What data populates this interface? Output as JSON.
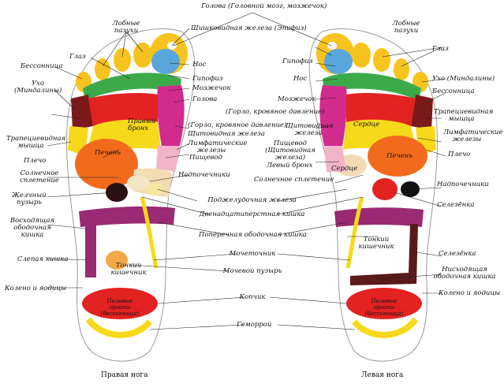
{
  "feet": {
    "right": "Правая нога",
    "left": "Левая нога"
  },
  "labels": {
    "head_top": "Голова (Головной мозг, мозжечок)",
    "sinus": "Лобные пазухи",
    "eye": "Глаз",
    "insomnia": "Бессонница",
    "ear": "Ухо (Миндалины)",
    "trapezius": "Трапециевидная мышца",
    "shoulder": "Плечо",
    "liver": "Печень",
    "solar_plexus": "Солнечное сплетение",
    "gallbladder": "Желчный пузырь",
    "ascending_colon": "Восходящая ободочная кишка",
    "cecum": "Слепая кишка",
    "knee": "Колено и яодицы",
    "thyroid_epiphysis": "Шишковидная железа (Эпифиз)",
    "nose": "Нос",
    "pituitary": "Гипофиз",
    "cerebellum": "Мозжечок",
    "head": "Голова",
    "throat": "(Горло, кровяное давление)",
    "thyroid": "Щитовидная железа",
    "lymph": "Лимфатические железы",
    "esophagus": "Пищевод",
    "adrenal": "Надпочечники",
    "pancreas": "Поджелудочная железа",
    "duodenum": "Двенадцатиперстная кишка",
    "transverse_colon": "Поперечная ободочная кишка",
    "ureter": "Мочеточник",
    "bladder": "Мочевой пузырь",
    "coccyx": "Копчик",
    "hemorrhoids": "Геморрой",
    "right_bronchus": "Правый бронх",
    "small_intestine": "Тонкий кишечник",
    "genitals": "Половые органы (бессонница)",
    "l_sinus": "Лобные пазухи",
    "l_eye": "Глаз",
    "l_pituitary": "Гипофиз",
    "l_nose": "Нос",
    "l_ear": "Ухо (Миндалины)",
    "l_insomnia": "Бессонница",
    "l_cerebellum": "Мозжечок",
    "l_throat": "(Горло, кровяное давление)",
    "l_thyroid": "Щитовидная железа",
    "l_heart": "Сердце",
    "l_trapezius": "Трапециевидная мышца",
    "l_lymph": "Лимфатические железы",
    "l_shoulder": "Плечо",
    "l_esophagus": "Пищевод (Щитовидная железа)",
    "l_bronchus": "Левый бронх",
    "l_heart2": "Сердце",
    "l_liver": "Печень",
    "l_solar": "Солнечное сплетение",
    "l_adrenal": "Надпочечники",
    "l_spleen": "Селезёнка",
    "l_small_int": "Тонкий кишечник",
    "l_spleen2": "Селезёнка",
    "l_descending": "Нисходящая ободочная кишка",
    "l_knee": "Колено и яодицы",
    "l_genitals": "Половые органы (бессонница)"
  }
}
